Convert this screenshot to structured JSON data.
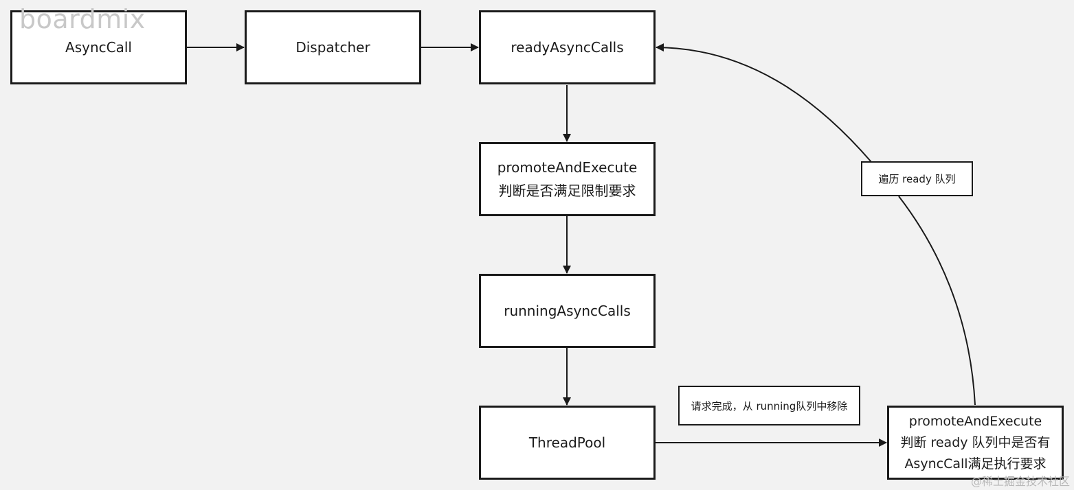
{
  "watermarks": {
    "top_left": "boardmix",
    "bottom_right": "@稀土掘金技术社区"
  },
  "nodes": {
    "async_call": {
      "lines": [
        "AsyncCall"
      ]
    },
    "dispatcher": {
      "lines": [
        "Dispatcher"
      ]
    },
    "ready_async_calls": {
      "lines": [
        "readyAsyncCalls"
      ]
    },
    "promote_check": {
      "lines": [
        "promoteAndExecute",
        "判断是否满足限制要求"
      ]
    },
    "running_async_calls": {
      "lines": [
        "runningAsyncCalls"
      ]
    },
    "thread_pool": {
      "lines": [
        "ThreadPool"
      ]
    },
    "promote_ready": {
      "lines": [
        "promoteAndExecute",
        "判断 ready 队列中是否有",
        "AsyncCall满足执行要求"
      ]
    }
  },
  "edge_labels": {
    "request_done": "请求完成，从 running队列中移除",
    "traverse_ready": "遍历 ready 队列"
  },
  "colors": {
    "background": "#f2f2f2",
    "stroke": "#1a1a1a",
    "node_fill": "#ffffff"
  }
}
